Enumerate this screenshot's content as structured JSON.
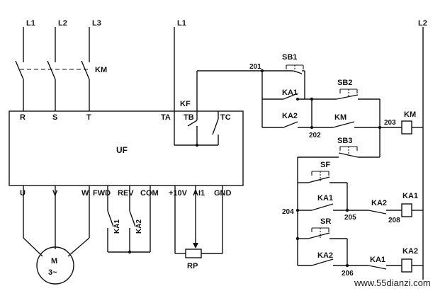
{
  "supply": {
    "l1": "L1",
    "l2": "L2",
    "l3": "L3",
    "l1_control": "L1",
    "l2_control": "L2"
  },
  "contactor_main": "KM",
  "inverter": {
    "name": "UF",
    "inputs": {
      "r": "R",
      "s": "S",
      "t": "T"
    },
    "fault": {
      "ta": "TA",
      "tb": "TB",
      "tc": "TC",
      "relay": "KF"
    },
    "terminals": {
      "u": "U",
      "v": "V",
      "w": "W",
      "fwd": "FWD",
      "rev": "REV",
      "com": "COM",
      "plus10v": "+10V",
      "ai1": "AI1",
      "gnd": "GND"
    }
  },
  "motor": {
    "name": "M",
    "phase": "3~"
  },
  "pot": "RP",
  "control_contacts": {
    "ka1": "KA1",
    "ka2": "KA2"
  },
  "control": {
    "sb1": "SB1",
    "sb2": "SB2",
    "sb3": "SB3",
    "ka1": "KA1",
    "ka2": "KA2",
    "km": "KM",
    "sf": "SF",
    "sr": "SR",
    "coil_km": "KM",
    "coil_ka1": "KA1",
    "coil_ka2": "KA2"
  },
  "nodes": {
    "n201": "201",
    "n202": "202",
    "n203": "203",
    "n204": "204",
    "n205": "205",
    "n206": "206",
    "n208": "208"
  },
  "watermark": "www.55dianzi.com"
}
